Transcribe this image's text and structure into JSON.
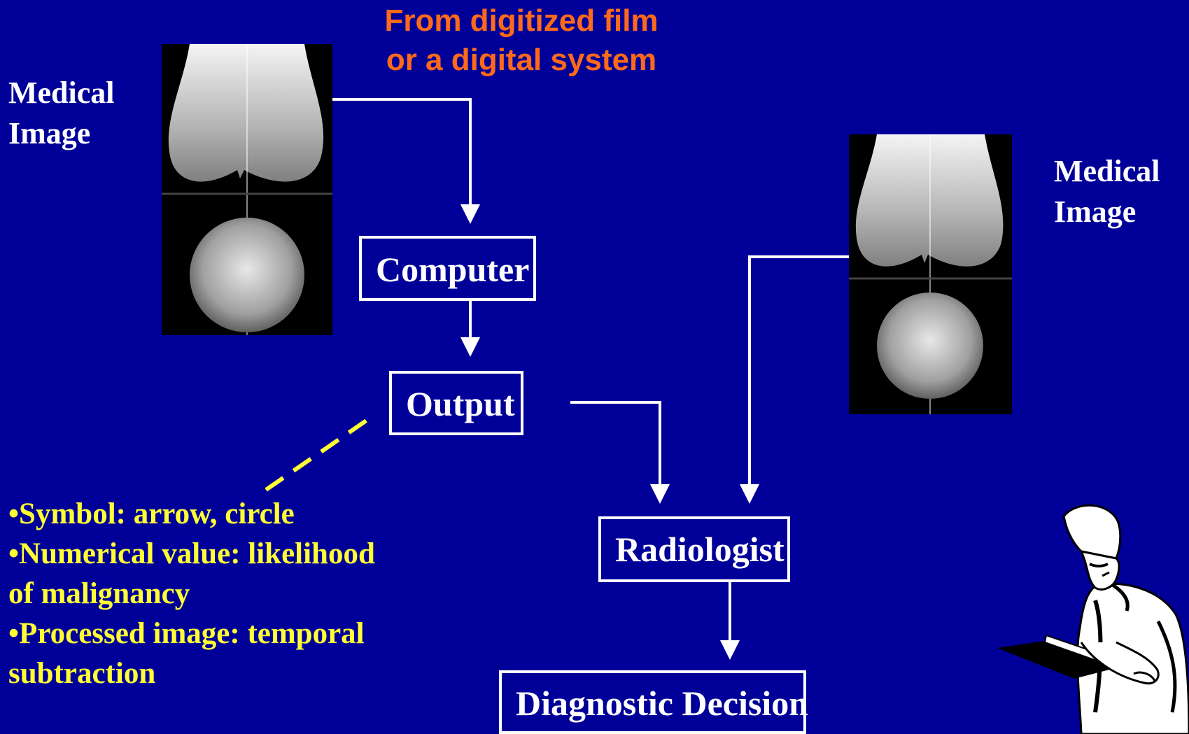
{
  "source_label": {
    "line1": "From digitized film",
    "line2": "or a digital system"
  },
  "left_image_label": {
    "line1": "Medical",
    "line2": "Image"
  },
  "right_image_label": {
    "line1": "Medical",
    "line2": "Image"
  },
  "nodes": {
    "computer": "Computer",
    "output": "Output",
    "radiologist": "Radiologist",
    "decision": "Diagnostic Decision"
  },
  "output_notes": [
    "•Symbol:  arrow, circle",
    "•Numerical value: likelihood",
    "of malignancy",
    "•Processed image: temporal",
    "subtraction"
  ],
  "colors": {
    "background": "#000099",
    "source_label": "#ff6a1a",
    "notes": "#ffff33",
    "lines": "#ffffff",
    "dashed_pointer": "#ffff33"
  },
  "icons": [
    "mammogram-image-left",
    "mammogram-image-right",
    "radiologist-clipart"
  ]
}
